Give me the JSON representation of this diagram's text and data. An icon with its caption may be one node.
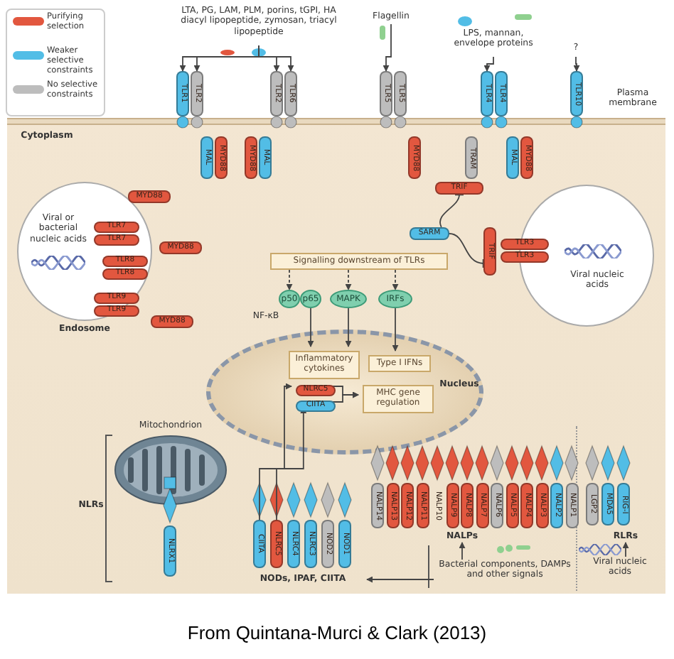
{
  "diagram": {
    "caption": "From Quintana-Murci & Clark (2013)",
    "nodes": [
      {
        "text": [
          "LTA, PG, LAM, PLM, porins, tGPI, HA diacyl lipopeptide, zymosan, triacyl lipopeptide"
        ]
      },
      {
        "text": [
          "TLR1"
        ]
      },
      {
        "text": [
          "TLR2"
        ]
      },
      {
        "text": [
          "TLR2"
        ]
      },
      {
        "text": [
          "TLR6"
        ]
      },
      {
        "text": [
          "MAL"
        ]
      },
      {
        "text": [
          "MYD88"
        ]
      },
      {
        "text": [
          "MYD88"
        ]
      },
      {
        "text": [
          "MAL"
        ]
      },
      {
        "text": [
          "Flagellin"
        ]
      },
      {
        "text": [
          "TLR5"
        ]
      },
      {
        "text": [
          "TLR5"
        ]
      },
      {
        "text": [
          "MYD88"
        ]
      },
      {
        "text": [
          "LPS, mannan, envelope proteins"
        ]
      },
      {
        "text": [
          "TLR4"
        ]
      },
      {
        "text": [
          "TLR4"
        ]
      },
      {
        "text": [
          "TRAM"
        ]
      },
      {
        "text": [
          "MAL"
        ]
      },
      {
        "text": [
          "MYD88"
        ]
      },
      {
        "text": [
          "TRIF"
        ]
      },
      {
        "text": [
          "?"
        ]
      },
      {
        "text": [
          "TLR10"
        ]
      },
      {
        "text": [
          "Viral or bacterial nucleic acids",
          "Endosome"
        ]
      },
      {
        "text": [
          "MYD88"
        ]
      },
      {
        "text": [
          "TLR7"
        ],
        "in": 22
      },
      {
        "text": [
          "TLR7"
        ],
        "in": 22
      },
      {
        "text": [
          "MYD88"
        ]
      },
      {
        "text": [
          "TLR8"
        ],
        "in": 22
      },
      {
        "text": [
          "TLR8"
        ],
        "in": 22
      },
      {
        "text": [
          "TLR9"
        ],
        "in": 22
      },
      {
        "text": [
          "TLR9"
        ],
        "in": 22
      },
      {
        "text": [
          "MYD88"
        ]
      },
      {
        "text": [
          "SARM"
        ]
      },
      {
        "text": [
          "TRIF"
        ]
      },
      {
        "text": [
          "TLR3"
        ]
      },
      {
        "text": [
          "TLR3"
        ]
      },
      {
        "text": [
          "Viral nucleic acids"
        ]
      },
      {
        "text": [
          "Signalling downstream of TLRs"
        ]
      },
      {
        "text": [
          "p50"
        ]
      },
      {
        "text": [
          "p65"
        ]
      },
      {
        "text": [
          "MAPK"
        ]
      },
      {
        "text": [
          "IRFs"
        ]
      },
      {
        "text": [
          "Nucleus"
        ]
      },
      {
        "text": [
          "Inflammatory cytokines"
        ],
        "in": 42
      },
      {
        "text": [
          "Type I IFNs"
        ],
        "in": 42
      },
      {
        "text": [
          "NLRC5"
        ],
        "in": 42
      },
      {
        "text": [
          "CIITA"
        ],
        "in": 42
      },
      {
        "text": [
          "MHC gene regulation"
        ],
        "in": 42
      },
      {
        "text": [
          "Mitochondrion"
        ]
      },
      {
        "text": [
          "NLRX1"
        ]
      },
      {
        "text": [
          "CIITA"
        ]
      },
      {
        "text": [
          "NLRC5"
        ]
      },
      {
        "text": [
          "NLRC4"
        ]
      },
      {
        "text": [
          "NLRC3"
        ]
      },
      {
        "text": [
          "NOD2"
        ]
      },
      {
        "text": [
          "NOD1"
        ]
      },
      {
        "text": [
          "NODs, IPAF, CIITA"
        ]
      },
      {
        "text": [
          "NALP14"
        ]
      },
      {
        "text": [
          "NALP13"
        ]
      },
      {
        "text": [
          "NALP12"
        ]
      },
      {
        "text": [
          "NALP11"
        ]
      },
      {
        "text": [
          "NALP10"
        ]
      },
      {
        "text": [
          "NALP9"
        ]
      },
      {
        "text": [
          "NALP8"
        ]
      },
      {
        "text": [
          "NALP7"
        ]
      },
      {
        "text": [
          "NALP6"
        ]
      },
      {
        "text": [
          "NALP5"
        ]
      },
      {
        "text": [
          "NALP4"
        ]
      },
      {
        "text": [
          "NALP3"
        ]
      },
      {
        "text": [
          "NALP2"
        ]
      },
      {
        "text": [
          "NALP1"
        ]
      },
      {
        "text": [
          "NALPs"
        ]
      },
      {
        "text": [
          "Bacterial components, DAMPs and other signals"
        ]
      },
      {
        "text": [
          "LGP2"
        ]
      },
      {
        "text": [
          "MDA5"
        ]
      },
      {
        "text": [
          "RIG-I"
        ]
      },
      {
        "text": [
          "RLRs"
        ]
      },
      {
        "text": [
          "Viral nucleic acids"
        ]
      }
    ],
    "edges": [
      {
        "from": 0,
        "to": 1,
        "arrow": "to"
      },
      {
        "from": 0,
        "to": 2,
        "arrow": "to"
      },
      {
        "from": 0,
        "to": 3,
        "arrow": "to"
      },
      {
        "from": 0,
        "to": 4,
        "arrow": "to"
      },
      {
        "from": 9,
        "to": 10,
        "arrow": "to"
      },
      {
        "from": 13,
        "to": 14,
        "arrow": "to"
      },
      {
        "from": 20,
        "to": 21,
        "arrow": "to"
      },
      {
        "from": 32,
        "to": 19,
        "arrow": "other"
      },
      {
        "from": 32,
        "to": 33,
        "arrow": "other"
      },
      {
        "from": 37,
        "to": 38,
        "arrow": "to",
        "style": "dashed"
      },
      {
        "from": 37,
        "to": 40,
        "arrow": "to",
        "style": "dashed"
      },
      {
        "from": 37,
        "to": 41,
        "arrow": "to",
        "style": "dashed"
      },
      {
        "from": 39,
        "to": 43,
        "arrow": "to"
      },
      {
        "from": 40,
        "to": 43,
        "arrow": "to"
      },
      {
        "from": 41,
        "to": 44,
        "arrow": "to"
      },
      {
        "from": 45,
        "to": 47,
        "arrow": "to"
      },
      {
        "from": 46,
        "to": 47,
        "arrow": "to"
      },
      {
        "from": 50,
        "to": 46,
        "arrow": "to"
      },
      {
        "from": 51,
        "to": 45,
        "arrow": "to"
      },
      {
        "from": 72,
        "to": 71,
        "arrow": "to"
      },
      {
        "from": 72,
        "to": 56,
        "arrow": "to"
      },
      {
        "from": 77,
        "to": 76,
        "arrow": "to"
      }
    ],
    "labels": [
      "Plasma membrane",
      "Cytoplasm",
      "NF-κB",
      "NLRs"
    ],
    "legend": [
      {
        "text": "Purifying selection",
        "color": "#e2573f"
      },
      {
        "text": "Weaker selective constraints",
        "color": "#52bde6"
      },
      {
        "text": "No selective constraints",
        "color": "#bdbdbd"
      }
    ]
  }
}
